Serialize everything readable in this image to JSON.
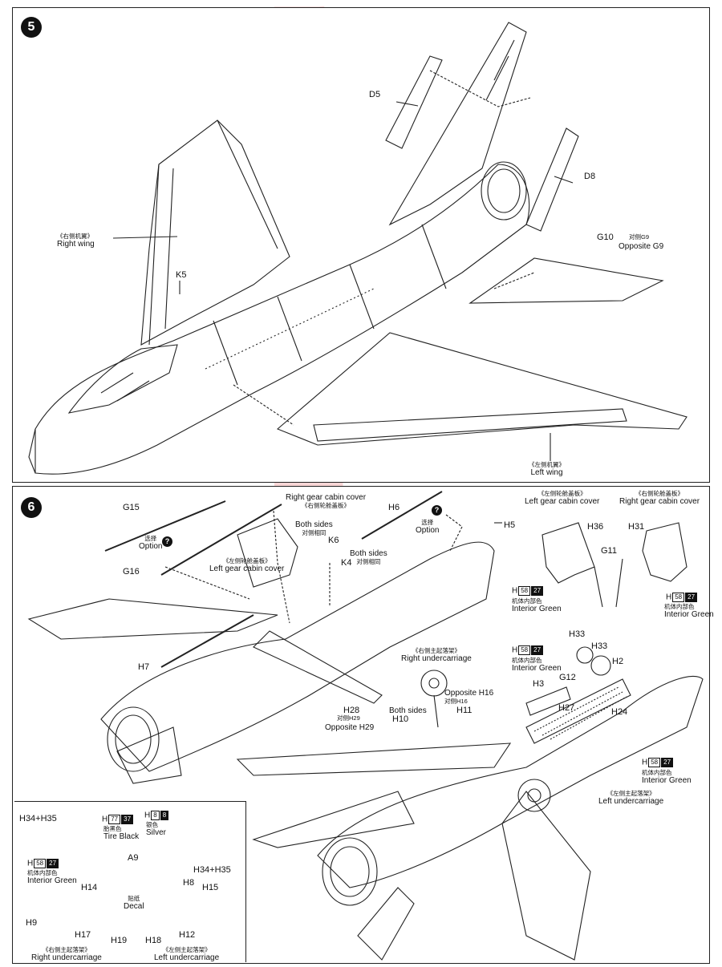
{
  "watermark": "modelsiak.cz",
  "step5": {
    "number": "5",
    "labels": {
      "d5": "D5",
      "d8": "D8",
      "g10": "G10",
      "g10_note_cn": "对侧G9",
      "g10_note_en": "Opposite G9",
      "k5": "K5",
      "right_wing_cn": "《右侧机翼》",
      "right_wing_en": "Right wing",
      "left_wing_cn": "《左侧机翼》",
      "left_wing_en": "Left wing"
    }
  },
  "step6": {
    "number": "6",
    "labels": {
      "g15": "G15",
      "g16": "G16",
      "option1_cn": "选择",
      "option1_en": "Option",
      "option_icon": "?",
      "right_cover_en": "Right gear cabin cover",
      "right_cover_cn": "《右侧轮舱盖板》",
      "left_cover_cn": "《左侧轮舱盖板》",
      "left_cover_en": "Left gear cabin cover",
      "h6": "H6",
      "option2_cn": "选择",
      "option2_en": "Option",
      "h5": "H5",
      "both_sides_en": "Both sides",
      "both_sides_cn": "对侧相同",
      "k6": "K6",
      "k4": "K4",
      "both_sides2_en": "Both sides",
      "both_sides2_cn": "对侧相同",
      "h7": "H7",
      "right_undercarriage_cn": "《右侧主起落架》",
      "right_undercarriage_en": "Right undercarriage",
      "opposite_h16_en": "Opposite H16",
      "opposite_h16_cn": "对侧H16",
      "h11": "H11",
      "h28": "H28",
      "h28_note_cn": "对侧H29",
      "both_sides3_en": "Both sides",
      "h10": "H10",
      "opposite_h29_en": "Opposite H29",
      "inset_left_cover_cn": "《左侧轮舱盖板》",
      "inset_left_cover_en": "Left gear cabin cover",
      "inset_right_cover_cn": "《右侧轮舱盖板》",
      "inset_right_cover_en": "Right gear cabin cover",
      "h36": "H36",
      "h31": "H31",
      "g11": "G11",
      "h_a": "H",
      "h_b": "H",
      "paint_58": "58",
      "paint_27": "27",
      "interior_green_cn": "机体内部色",
      "interior_green_en": "Interior Green",
      "h33a": "H33",
      "h33b": "H33",
      "h2": "H2",
      "g12": "G12",
      "h3": "H3",
      "h27": "H27",
      "h24": "H24",
      "left_undercarriage_cn": "《左侧主起落架》",
      "left_undercarriage_en": "Left undercarriage",
      "h34_h35a": "H34+H35",
      "h34_h35b": "H34+H35",
      "paint_77": "77",
      "paint_37": "37",
      "tire_black_cn": "胎黑色",
      "tire_black_en": "Tire Black",
      "paint_8a": "8",
      "paint_8b": "8",
      "silver_cn": "银色",
      "silver_en": "Silver",
      "a9": "A9",
      "decal_cn": "贴纸",
      "decal_en": "Decal",
      "h14": "H14",
      "h9": "H9",
      "h17": "H17",
      "h19": "H19",
      "h18": "H18",
      "h12": "H12",
      "h8": "H8",
      "h15": "H15",
      "inset_right_uc_cn": "《右侧主起落架》",
      "inset_right_uc_en": "Right undercarriage",
      "inset_left_uc_cn": "《左侧主起落架》",
      "inset_left_uc_en": "Left undercarriage"
    }
  }
}
